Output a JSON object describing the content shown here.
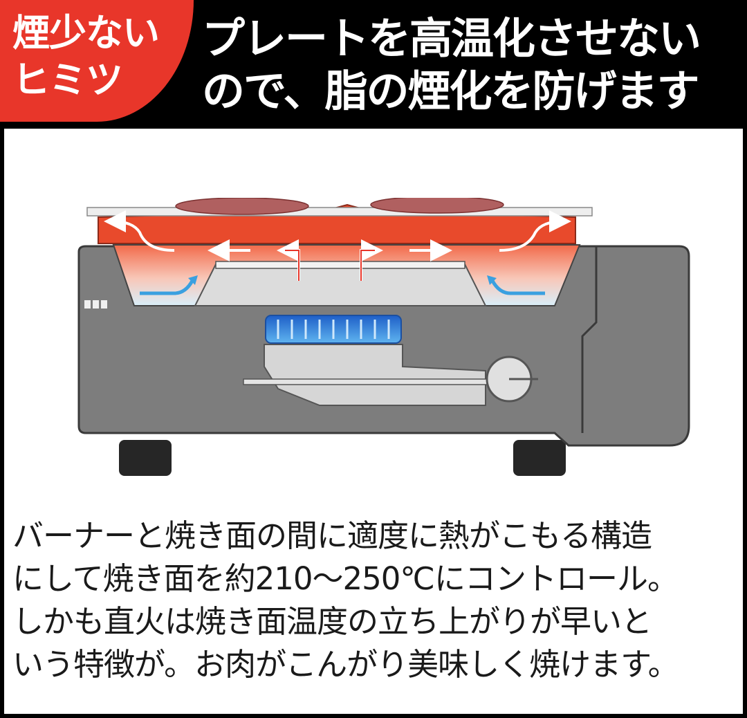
{
  "badge": {
    "lines": [
      "煙少ない",
      "ヒミツ"
    ],
    "color": "#e8362a"
  },
  "headline": {
    "lines": [
      "プレートを高温化させない",
      "ので、脂の煙化を防げます"
    ]
  },
  "description": {
    "lines": [
      "バーナーと焼き面の間に適度に熱がこもる構造",
      "にして焼き面を約210〜250℃にコントロール。",
      "しかも直火は焼き面温度の立ち上がりが早いと",
      "いう特徴が。お肉がこんがり美味しく焼けます。"
    ]
  },
  "illustration": {
    "subject": "grill-cross-section",
    "colors": {
      "body": "#7d7d7d",
      "plate": "#e84a2c",
      "flame": "#2a7fd6",
      "hot_arrow": "#e8362a",
      "cool_arrow": "#3aa0e0"
    }
  }
}
